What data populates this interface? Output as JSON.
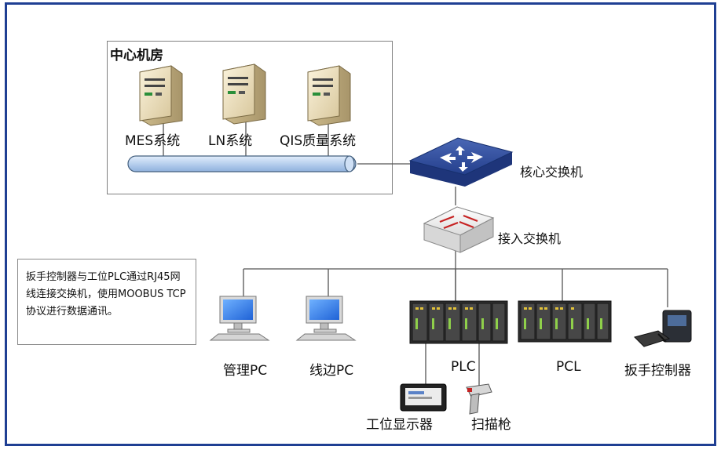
{
  "room": {
    "title": "中心机房"
  },
  "servers": [
    {
      "label": "MES系统"
    },
    {
      "label": "LN系统"
    },
    {
      "label": "QIS质量系统"
    }
  ],
  "switches": {
    "core": "核心交换机",
    "access": "接入交换机"
  },
  "devices": {
    "admin_pc": "管理PC",
    "line_pc": "线边PC",
    "plc": "PLC",
    "pcl": "PCL",
    "wrench_controller": "扳手控制器",
    "station_display": "工位显示器",
    "scanner": "扫描枪"
  },
  "note": "扳手控制器与工位PLC通过RJ45网线连接交换机，使用MOOBUS TCP协议进行数据通讯。",
  "colors": {
    "frame": "#1f3f93",
    "core_switch": "#2d4a9a",
    "screen": "#3d8ef0",
    "bus": "#bcd3ee"
  }
}
